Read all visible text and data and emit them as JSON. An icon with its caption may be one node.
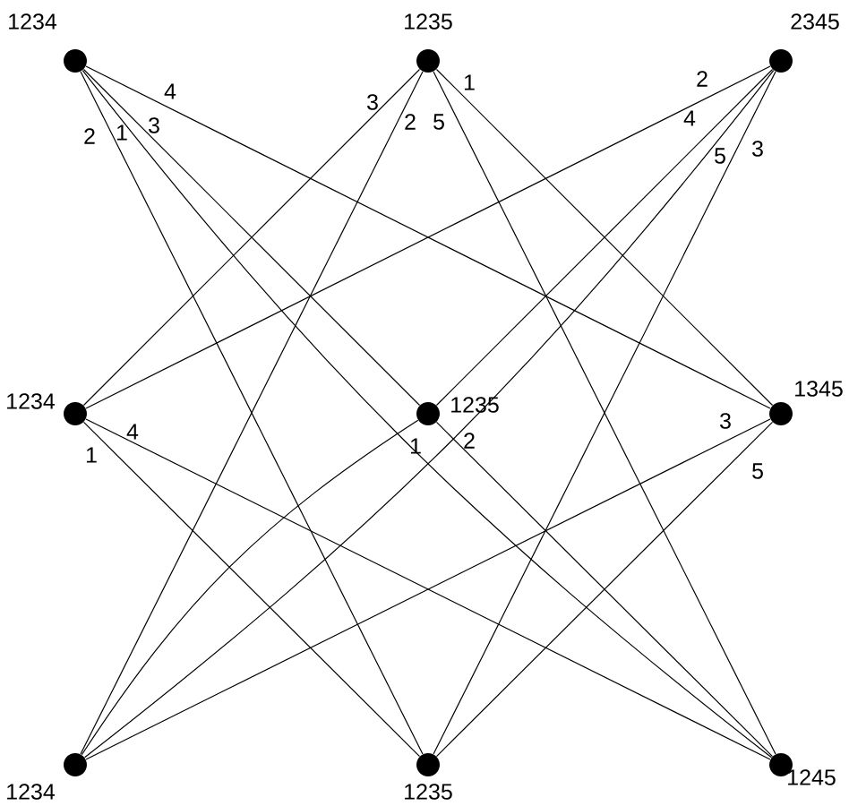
{
  "diagram": {
    "nodes": [
      {
        "text": [
          "1234"
        ]
      },
      {
        "text": [
          "1235"
        ]
      },
      {
        "text": [
          "2345"
        ]
      },
      {
        "text": [
          "1234"
        ]
      },
      {
        "text": [
          "1235"
        ]
      },
      {
        "text": [
          "1345"
        ]
      },
      {
        "text": [
          "1234"
        ]
      },
      {
        "text": [
          "1235"
        ]
      },
      {
        "text": [
          "1245"
        ]
      }
    ],
    "edges": [
      {
        "from": 0,
        "to": 5,
        "arrow": "none",
        "label": "4"
      },
      {
        "from": 0,
        "to": 7,
        "arrow": "none",
        "label": "2"
      },
      {
        "from": 0,
        "to": 4,
        "arrow": "none",
        "label": "1"
      },
      {
        "from": 0,
        "to": 8,
        "arrow": "none",
        "label": "3"
      },
      {
        "from": 1,
        "to": 3,
        "arrow": "none",
        "label": "3"
      },
      {
        "from": 1,
        "to": 6,
        "arrow": "none",
        "label": "2"
      },
      {
        "from": 1,
        "to": 8,
        "arrow": "none",
        "label": "5"
      },
      {
        "from": 1,
        "to": 5,
        "arrow": "none",
        "label": "1"
      },
      {
        "from": 2,
        "to": 3,
        "arrow": "none",
        "label": "2"
      },
      {
        "from": 2,
        "to": 4,
        "arrow": "none",
        "label": "4"
      },
      {
        "from": 2,
        "to": 6,
        "arrow": "none",
        "label": "5"
      },
      {
        "from": 2,
        "to": 7,
        "arrow": "none",
        "label": "3"
      },
      {
        "from": 3,
        "to": 8,
        "arrow": "none",
        "label": "4"
      },
      {
        "from": 3,
        "to": 7,
        "arrow": "none",
        "label": "1"
      },
      {
        "from": 4,
        "to": 6,
        "arrow": "none",
        "label": "1"
      },
      {
        "from": 4,
        "to": 8,
        "arrow": "none",
        "label": "2"
      },
      {
        "from": 5,
        "to": 6,
        "arrow": "none",
        "label": "3"
      },
      {
        "from": 5,
        "to": 7,
        "arrow": "none",
        "label": "5"
      }
    ]
  }
}
